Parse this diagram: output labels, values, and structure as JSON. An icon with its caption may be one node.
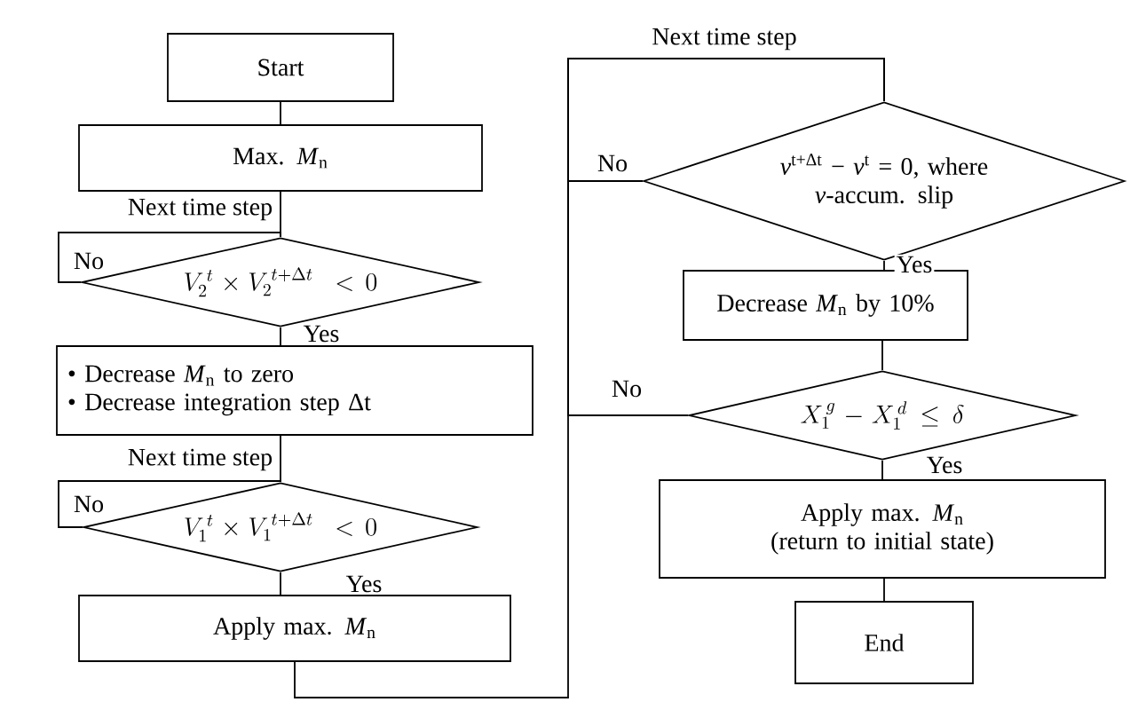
{
  "diagram": {
    "nodes": [
      {
        "text": [
          "Start"
        ]
      },
      {
        "text": [
          "Max. *M*$_{n}$"
        ]
      },
      {
        "text": [
          "V_2^{\\,t}\\times V_2^{\\,t+\\Delta t}\\;<0"
        ]
      },
      {
        "text": [
          "• Decrease *M*$_{n}$ to zero",
          "• Decrease integration step Δt"
        ]
      },
      {
        "text": [
          "V_1^{\\,t}\\times V_1^{\\,t+\\Delta t}\\;<0"
        ]
      },
      {
        "text": [
          "Apply max. *M*$_{n}$"
        ]
      },
      {
        "text": [
          "*ν*$^{t+Δt}$ − *ν*$^{t}$ = 0, where *ν*-accum. slip"
        ]
      },
      {
        "text": [
          "Decrease *M*$_{n}$ by 10%"
        ]
      },
      {
        "text": [
          "X_1^{\\,g}-X_1^{\\,d}\\le\\delta"
        ]
      },
      {
        "text": [
          "Apply max. *M*$_{n}$ (return to initial state)"
        ]
      },
      {
        "text": [
          "End"
        ]
      }
    ],
    "edges": [
      {
        "from": 0,
        "to": 1,
        "arrow": "none"
      },
      {
        "from": 1,
        "to": 2,
        "arrow": "none",
        "label": "Next time step"
      },
      {
        "from": 2,
        "to": 2,
        "arrow": "none",
        "label": "No"
      },
      {
        "from": 2,
        "to": 3,
        "arrow": "none",
        "label": "Yes"
      },
      {
        "from": 3,
        "to": 4,
        "arrow": "none",
        "label": "Next time step"
      },
      {
        "from": 4,
        "to": 4,
        "arrow": "none",
        "label": "No"
      },
      {
        "from": 4,
        "to": 5,
        "arrow": "none",
        "label": "Yes"
      },
      {
        "from": 5,
        "to": 6,
        "arrow": "none",
        "label": "Next time step"
      },
      {
        "from": 6,
        "to": 6,
        "arrow": "none",
        "label": "No"
      },
      {
        "from": 6,
        "to": 7,
        "arrow": "none",
        "label": "Yes"
      },
      {
        "from": 7,
        "to": 8,
        "arrow": "none"
      },
      {
        "from": 8,
        "to": 6,
        "arrow": "none",
        "label": "No"
      },
      {
        "from": 8,
        "to": 9,
        "arrow": "none",
        "label": "Yes"
      },
      {
        "from": 9,
        "to": 10,
        "arrow": "none"
      }
    ]
  }
}
